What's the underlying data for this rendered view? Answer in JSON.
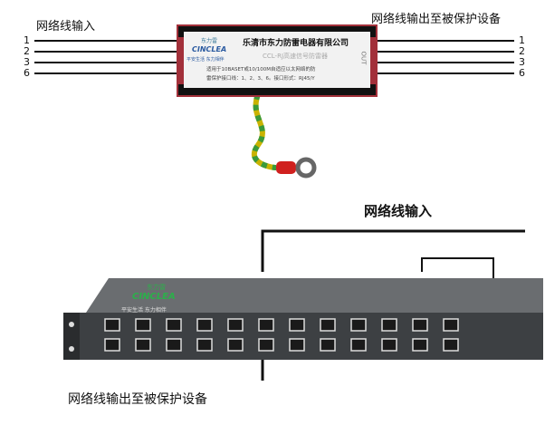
{
  "top_diagram": {
    "input_label": "网络线输入",
    "output_label": "网络线输出至被保护设备",
    "left_pins": [
      "1",
      "2",
      "3",
      "6"
    ],
    "right_pins": [
      "1",
      "2",
      "3",
      "6"
    ],
    "device": {
      "brand_cn": "东力雷",
      "brand_en": "CINCLEA",
      "slogan": "平安生活 东力相伴",
      "company": "乐清市东力防雷电器有限公司",
      "model": "CCL-RJ高速信号防雷器",
      "desc_line1": "适用于10BASET或10/100M自适应以太网络的防",
      "desc_line2": "雷保护接口线：1、2、3、6。接口形式：RJ45/Y",
      "out_mark": "OUT"
    }
  },
  "bottom_diagram": {
    "input_label": "网络线输入",
    "output_label": "网络线输出至被保护设备",
    "rack": {
      "brand_cn": "东力雷",
      "brand_en": "CINCLEA",
      "slogan": "平安生活 东力相伴",
      "port_columns": 12,
      "port_rows": 2
    }
  }
}
